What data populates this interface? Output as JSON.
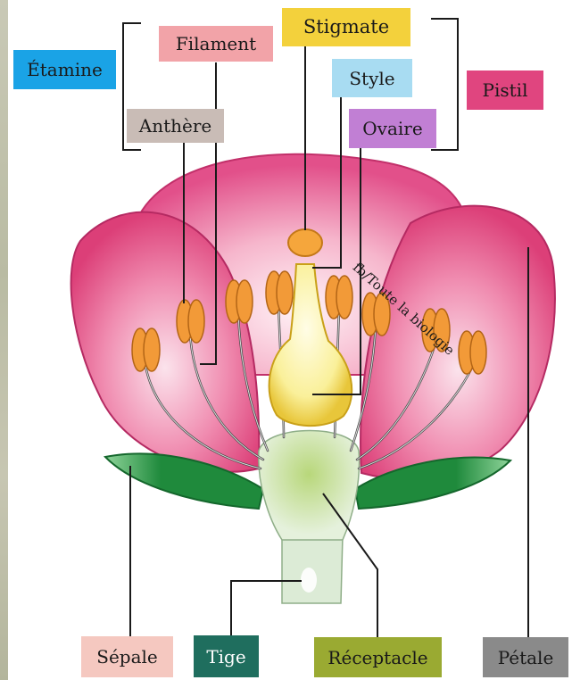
{
  "labels": {
    "etamine": "Étamine",
    "filament": "Filament",
    "anthere": "Anthère",
    "stigmate": "Stigmate",
    "style": "Style",
    "ovaire": "Ovaire",
    "pistil": "Pistil",
    "sepale": "Sépale",
    "tige": "Tige",
    "receptacle": "Réceptacle",
    "petale": "Pétale"
  },
  "watermark": "fb/Toute la biologie",
  "colors": {
    "etamine": "#1aa3e6",
    "filament": "#f2a3a8",
    "anthere": "#c9bcb6",
    "stigmate": "#f3d13c",
    "style": "#a8dcf2",
    "ovaire": "#c17fd4",
    "pistil": "#e0457f",
    "sepale": "#f5c8c0",
    "tige": "#1f6e5e",
    "receptacle": "#9aaa32",
    "petale": "#8a8a8a",
    "petal_fill": "#e0457f",
    "sepal_fill": "#2e9e44",
    "anther_fill": "#f29a38",
    "ovary_fill": "#fbf39a",
    "stem_fill": "#dcebd6"
  }
}
